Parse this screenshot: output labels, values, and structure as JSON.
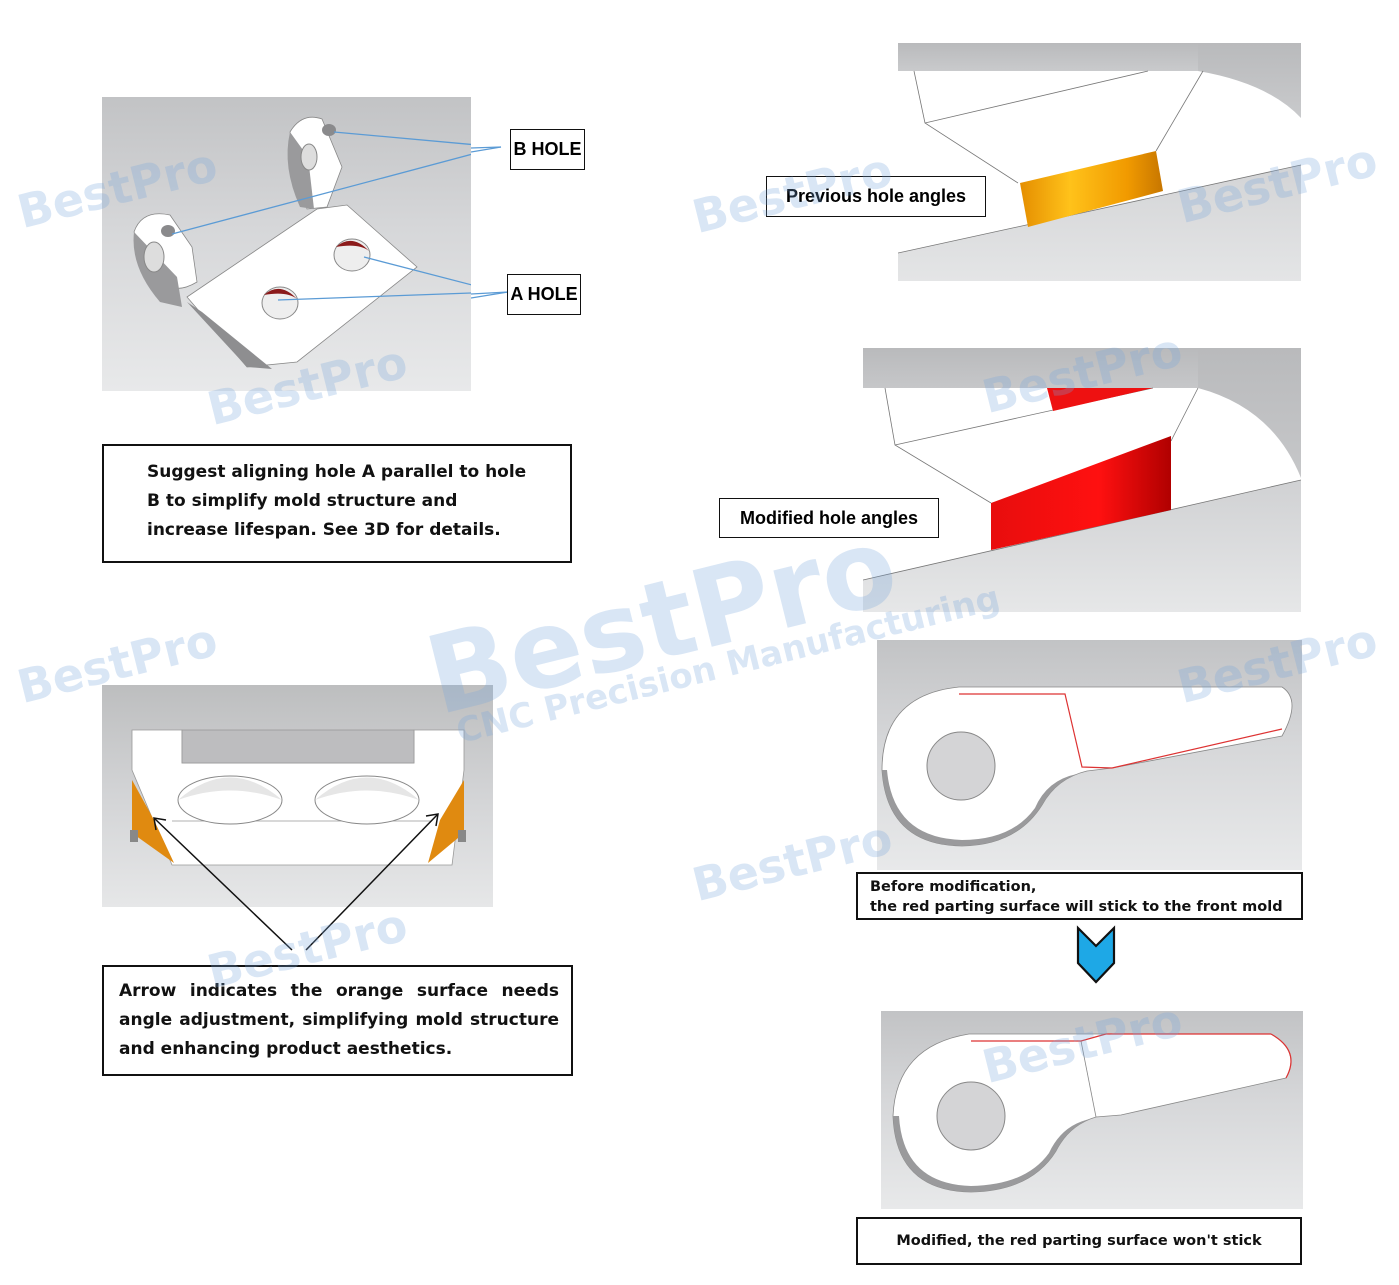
{
  "figure1": {
    "labels": {
      "b_hole": "B HOLE",
      "a_hole": "A HOLE"
    },
    "note": "Suggest aligning hole A parallel to hole B to simplify mold structure and increase lifespan. See 3D for details."
  },
  "figure2": {
    "note": "Arrow indicates the orange surface needs angle adjustment, simplifying mold structure and enhancing product aesthetics.",
    "highlight_color": "#e08a10"
  },
  "figure3": {
    "label": "Previous hole angles",
    "highlight_color": "#f5a30c"
  },
  "figure4": {
    "label": "Modified hole angles",
    "highlight_color": "#ee1111"
  },
  "figure5": {
    "caption_line1": "Before modification,",
    "caption_line2": "the red parting surface will stick to the front mold",
    "parting_line_color": "#dd3333"
  },
  "transition": {
    "icon": "chevron-down-icon",
    "color": "#1ea8e6"
  },
  "figure6": {
    "caption": "Modified, the red parting surface won't stick"
  },
  "watermarks": {
    "brand": "BestPro",
    "tagline": "CNC Precision Manufacturing"
  }
}
